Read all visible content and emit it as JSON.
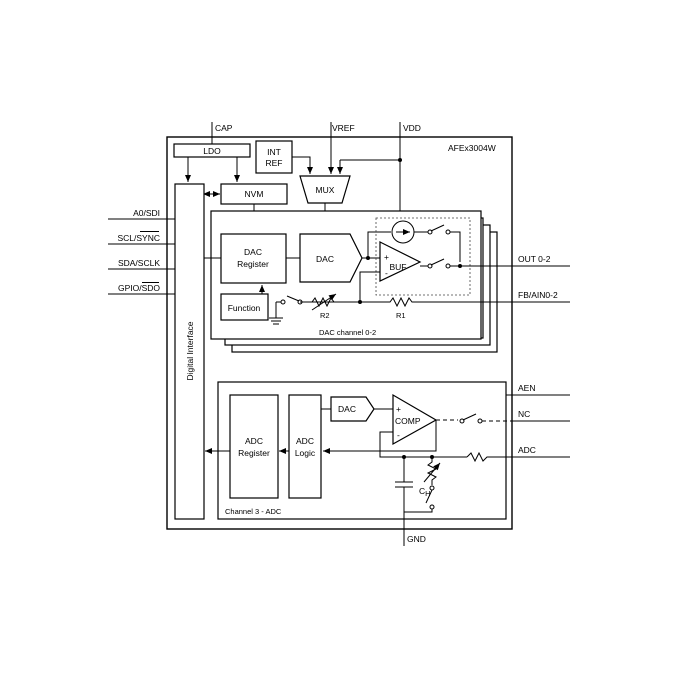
{
  "device": {
    "name": "AFEx3004W"
  },
  "pins": {
    "cap": "CAP",
    "vref": "VREF",
    "vdd": "VDD",
    "gnd": "GND",
    "a0_sdi": "A0/SDI",
    "scl_sync": "SCL/SYNC",
    "sda_sclk": "SDA/SCLK",
    "gpio_sdo": "GPIO/SDO",
    "out": "OUT 0-2",
    "fb_ain": "FB/AIN0-2",
    "aen": "AEN",
    "nc": "NC",
    "adc": "ADC"
  },
  "blocks": {
    "ldo": "LDO",
    "int_ref_1": "INT",
    "int_ref_2": "REF",
    "mux": "MUX",
    "nvm": "NVM",
    "digital_interface": "Digital Interface",
    "dac_register_1": "DAC",
    "dac_register_2": "Register",
    "function": "Function",
    "dac": "DAC",
    "buf": "BUF",
    "plus": "+",
    "minus": "-",
    "r1": "R1",
    "r2": "R2",
    "dac_channel_label": "DAC channel 0-2",
    "adc_register_1": "ADC",
    "adc_register_2": "Register",
    "adc_logic_1": "ADC",
    "adc_logic_2": "Logic",
    "adc_dac": "DAC",
    "comp": "COMP",
    "ch_main": "C",
    "ch_sub": "H",
    "adc_channel_label": "Channel 3 - ADC"
  },
  "colors": {
    "line": "#000000",
    "background": "#ffffff",
    "dashed_group": "#444444"
  }
}
